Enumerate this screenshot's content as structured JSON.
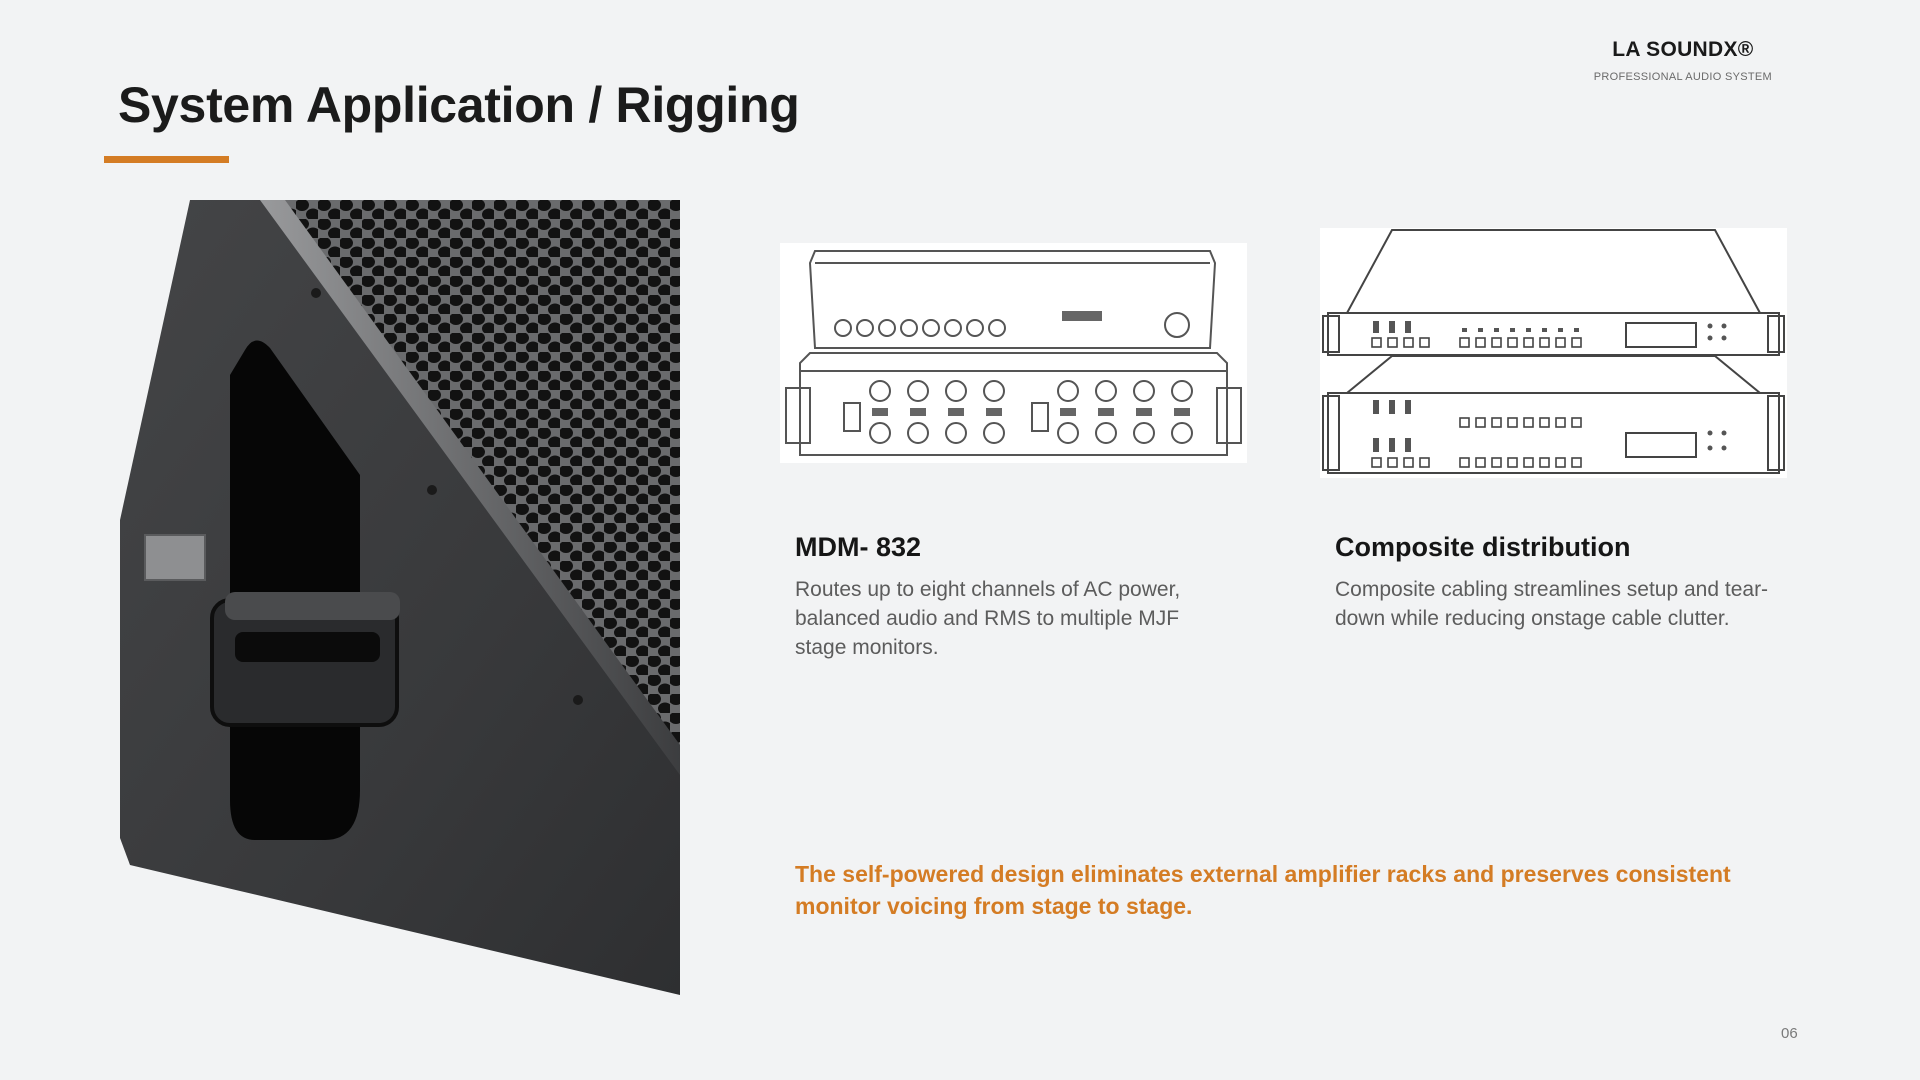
{
  "header": {
    "title": "System Application / Rigging",
    "brand_name": "LA SOUNDX®",
    "brand_tagline": "PROFESSIONAL AUDIO SYSTEM"
  },
  "products": [
    {
      "title": "MDM‑ 832",
      "description": "Routes up to eight channels of AC power, balanced audio and RMS to multiple MJF stage monitors."
    },
    {
      "title": "Composite distribution",
      "description": "Composite cabling streamlines setup and tear-down while reducing onstage cable clutter."
    }
  ],
  "highlight": "The self-powered design eliminates external amplifier racks and preserves consistent monitor voicing from stage to stage.",
  "page_number": "06",
  "colors": {
    "accent": "#d47c24",
    "title": "#1b1b1b",
    "body_text": "#5c5c5c",
    "background": "#f2f3f4",
    "cabinet": "#3a3b3d"
  },
  "icons": {
    "photo": "stage-monitor-cabinet-photo",
    "product_1": "rack-unit-line-drawing",
    "product_2": "rack-unit-pair-line-drawing"
  }
}
